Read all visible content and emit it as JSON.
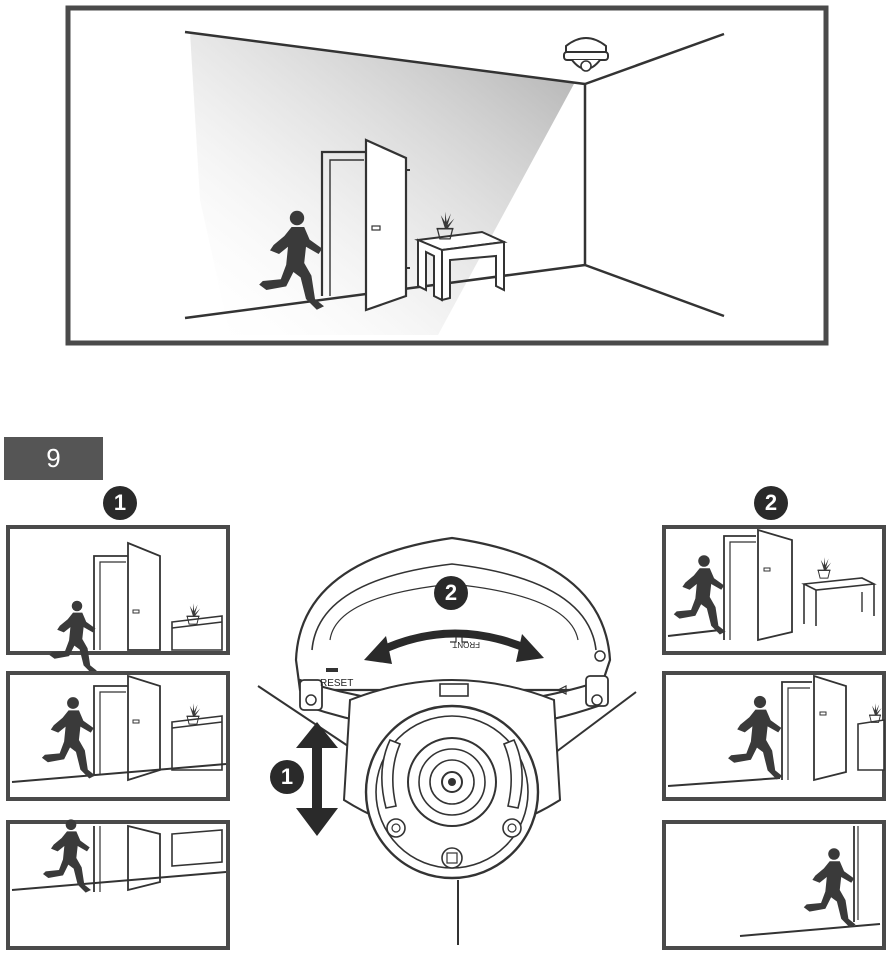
{
  "step": {
    "number": "9"
  },
  "markers": {
    "tilt": "1",
    "rotate": "2"
  },
  "camera_labels": {
    "reset": "RESET",
    "front": "FRONT"
  },
  "colors": {
    "frame": "#4a4a4a",
    "line": "#333333",
    "silhouette": "#3a3a3a",
    "badge_bg": "#555555",
    "marker_bg": "#2a2a2a"
  }
}
